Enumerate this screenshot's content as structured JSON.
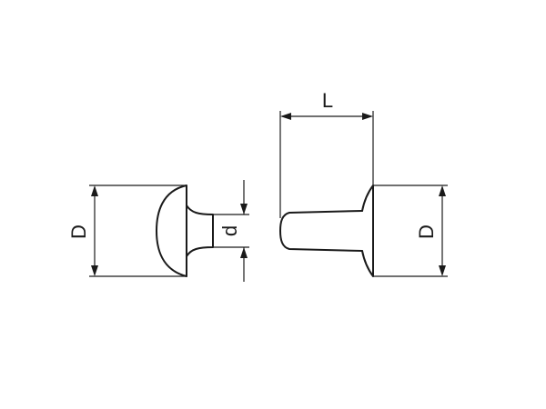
{
  "labels": {
    "head_diameter_left": "D",
    "shank_diameter": "d",
    "length": "L",
    "head_diameter_right": "D"
  }
}
